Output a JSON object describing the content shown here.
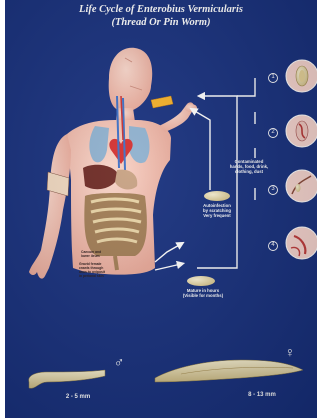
{
  "title": {
    "line1": "Life Cycle of Enterobius Vermicularis",
    "line2": "(Thread Or Pin Worm)"
  },
  "stages": [
    "1",
    "2",
    "3",
    "4"
  ],
  "labels": {
    "contaminated": [
      "Contaminated",
      "hands, food, drink,",
      "clothing, dust"
    ],
    "autoinfection": [
      "Autoinfection",
      "by scratching",
      "Very frequent"
    ],
    "mature": [
      "Mature in hours",
      "(Visible for months)"
    ],
    "caecum": [
      "Caecum and",
      "lower ileum"
    ],
    "gravid": [
      "Gravid female",
      "crawls through",
      "anus to oviposit",
      "in perianal skin"
    ],
    "male_size": "2 - 5 mm",
    "female_size": "8 - 13 mm"
  },
  "symbols": {
    "male": "♂",
    "female": "♀"
  },
  "colors": {
    "background": "#17307e",
    "body": "#f2c2b4",
    "arrow": "#ffffff",
    "worm": "#efe3b8"
  }
}
